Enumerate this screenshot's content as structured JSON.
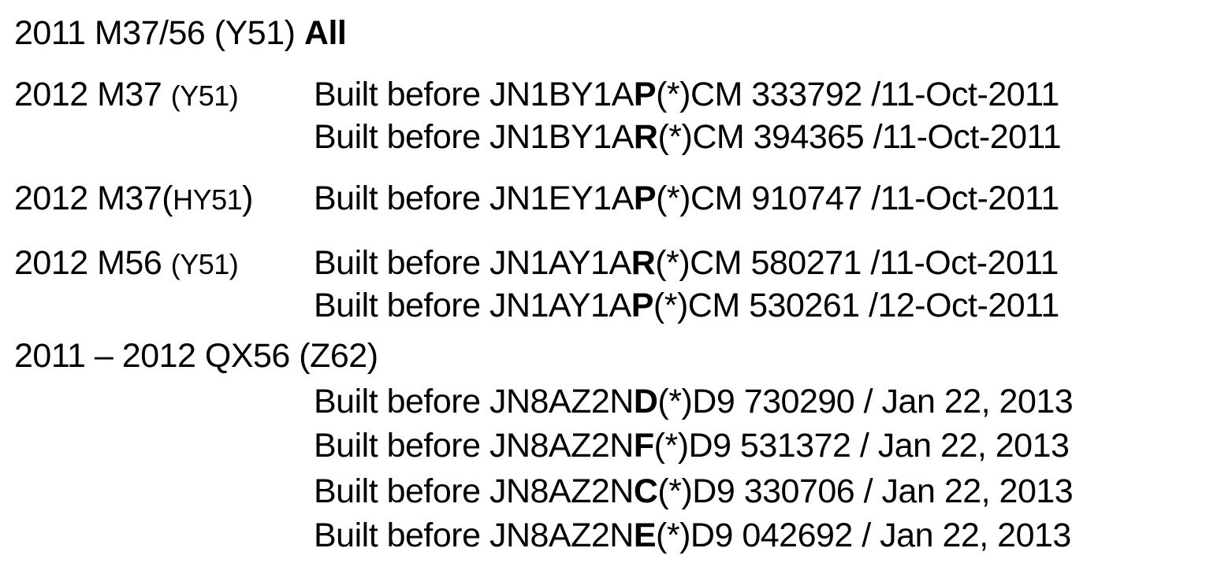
{
  "entries": [
    {
      "model_prefix": "2011 M37/56 (Y51) ",
      "model_bold": "All"
    },
    {
      "model_prefix": "2012 M37 ",
      "model_code": "(Y51)",
      "rows": [
        {
          "text_before": "Built before JN1BY1A",
          "bold_char": "P",
          "text_after": "(*)CM 333792 /11-Oct-2011"
        },
        {
          "text_before": "Built before JN1BY1A",
          "bold_char": "R",
          "text_after": "(*)CM 394365 /11-Oct-2011"
        }
      ]
    },
    {
      "model_prefix": "2012 M37(",
      "model_code": "HY51",
      "model_suffix": ")",
      "rows": [
        {
          "text_before": "Built before JN1EY1A",
          "bold_char": "P",
          "text_after": "(*)CM 910747 /11-Oct-2011"
        }
      ]
    },
    {
      "model_prefix": "2012 M56 ",
      "model_code": "(Y51)",
      "rows": [
        {
          "text_before": "Built before JN1AY1A",
          "bold_char": "R",
          "text_after": "(*)CM 580271 /11-Oct-2011"
        },
        {
          "text_before": "Built before JN1AY1A",
          "bold_char": "P",
          "text_after": "(*)CM 530261 /12-Oct-2011"
        }
      ]
    },
    {
      "model_prefix": "2011 – 2012 QX56 (Z62)",
      "rows": [
        {
          "text_before": "Built before JN8AZ2N",
          "bold_char": "D",
          "text_after": "(*)D9 730290 / Jan 22, 2013"
        },
        {
          "text_before": "Built before JN8AZ2N",
          "bold_char": "F",
          "text_after": "(*)D9 531372 / Jan 22, 2013"
        },
        {
          "text_before": "Built before JN8AZ2N",
          "bold_char": "C",
          "text_after": "(*)D9 330706 / Jan 22, 2013"
        },
        {
          "text_before": "Built before JN8AZ2N",
          "bold_char": "E",
          "text_after": "(*)D9 042692 / Jan 22, 2013"
        }
      ]
    }
  ]
}
